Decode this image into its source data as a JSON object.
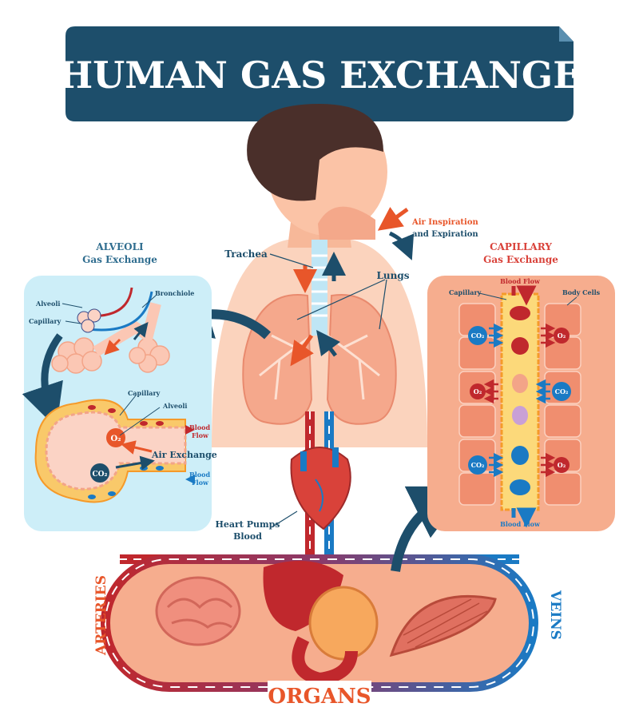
{
  "title": "HUMAN GAS EXCHANGE",
  "colors": {
    "banner": "#1d4e6b",
    "oxygen_red": "#c0282d",
    "co2_blue": "#1a7ac4",
    "label_dark": "#1d4e6b",
    "accent_orange": "#e8562a",
    "alveoli_bg": "#cdeef8",
    "capillary_bg": "#f6ad8e"
  },
  "center": {
    "trachea": "Trachea",
    "lungs": "Lungs",
    "air_line1": "Air Inspiration",
    "air_line2": "and Expiration",
    "heart_line1": "Heart Pumps",
    "heart_line2": "Blood"
  },
  "alveoli_panel": {
    "title1": "ALVEOLI",
    "title2": "Gas Exchange",
    "alveoli": "Alveoli",
    "capillary": "Capillary",
    "bronchiole": "Bronchiole",
    "capillary2": "Capillary",
    "alveoli2": "Alveoli",
    "o2": "O₂",
    "co2": "CO₂",
    "air_exchange": "Air Exchange",
    "blood_flow_out1": "Blood",
    "blood_flow_out2": "Flow",
    "blood_flow_in1": "Blood",
    "blood_flow_in2": "Flow"
  },
  "capillary_panel": {
    "title1": "CAPILLARY",
    "title2": "Gas Exchange",
    "blood_flow_top": "Blood Flow",
    "capillary": "Capillary",
    "body_cells": "Body Cells",
    "blood_flow_bottom": "Blood Flow",
    "rows": [
      {
        "left": "CO₂",
        "right": "O₂"
      },
      {
        "left": "O₂",
        "right": "CO₂"
      },
      {
        "left": "CO₂",
        "right": "O₂"
      }
    ]
  },
  "circulation": {
    "arteries": "ARTERIES",
    "veins": "VEINS",
    "organs": "ORGANS"
  }
}
